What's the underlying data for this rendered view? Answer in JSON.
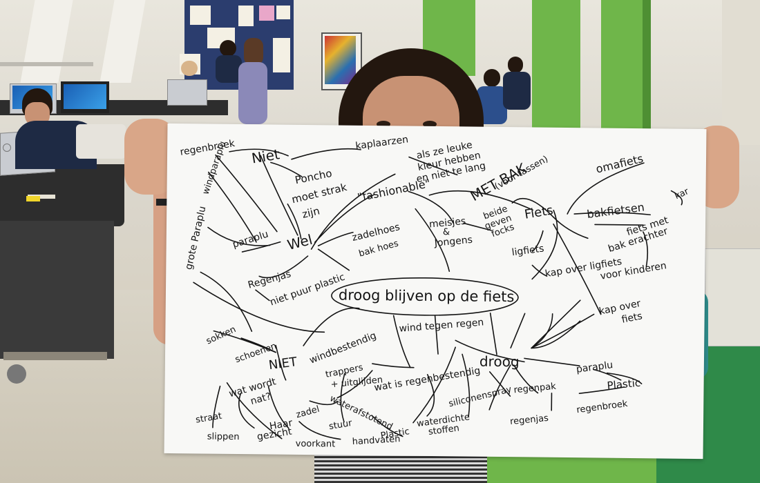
{
  "colors": {
    "poster_paper": "#f8f8f6",
    "ink": "#141414",
    "green_pillar": "#6fb64a",
    "green_floor": "#2f8a49",
    "noticeboard": "#2b3d6e"
  },
  "icons": [
    "laptop-logo-hp"
  ],
  "poster": {
    "center": "droog blijven op de fiets",
    "niet_top": "Niet",
    "regenbroek_top": "regenbroek",
    "kaplaarzen": "kaplaarzen",
    "poncho": "Poncho",
    "moet_strak": "moet strak",
    "zijn": "zijn",
    "windparaplu": "windparaplu",
    "grote_paraplu": "grote Paraplu",
    "paraplu_left": "paraplu",
    "wel": "Wel",
    "fashionable": "\"fashionable\"",
    "leuke_1": "als ze leuke",
    "leuke_2": "kleur hebben",
    "leuke_3": "en niet te lang",
    "met_bak": "MET BAK",
    "voor_tassen": "(voor tassen)",
    "omafiets": "omafiets",
    "fiets": "Fiets",
    "bakfietsen": "bakfietsen",
    "kar": "kar",
    "fiets_met": "fiets met",
    "bak_erachter": "bak erachter",
    "meisjes": "meisjes",
    "amp": "&",
    "jongens": "Jongens",
    "beide": "beide",
    "geven": "geven",
    "focks": "focks",
    "zadelhoes": "zadelhoes",
    "bakhoes": "bak hoes",
    "ligfiets": "ligfiets",
    "kap_over_ligfiets": "kap over ligfiets",
    "voor_kinderen": "voor kinderen",
    "regenjas_left": "Regenjas",
    "niet_puur_plastic": "niet puur plastic",
    "kap_over": "kap over",
    "fiets_small": "fiets",
    "sokken": "sokken",
    "schoenen": "schoenen",
    "niet_lower": "NIET",
    "windbestendig": "windbestendig",
    "wind_tegen_regen": "wind tegen regen",
    "droog": "droog",
    "paraplu_right": "paraplu",
    "plastic_right": "Plastic",
    "regenpak": "regenpak",
    "regenbroek_right": "regenbroek",
    "regenjas_right": "regenjas",
    "trappers": "trappers",
    "uitglijden": "+ uitglijden",
    "wat_is": "wat is regenbestendig",
    "siliconenspray": "siliconenspray",
    "waterdichte": "waterdichte",
    "stoffen": "stoffen",
    "wat_wordt": "wat wordt",
    "nat": "nat?",
    "zadel": "zadel",
    "waterafstotend": "waterafstotend",
    "plastic_small": "Plastic",
    "haar": "Haar",
    "gezicht": "gezicht",
    "stuur": "stuur",
    "straat": "straat",
    "slippen": "slippen",
    "voorkant": "voorkant",
    "handvaten": "handvaten"
  }
}
